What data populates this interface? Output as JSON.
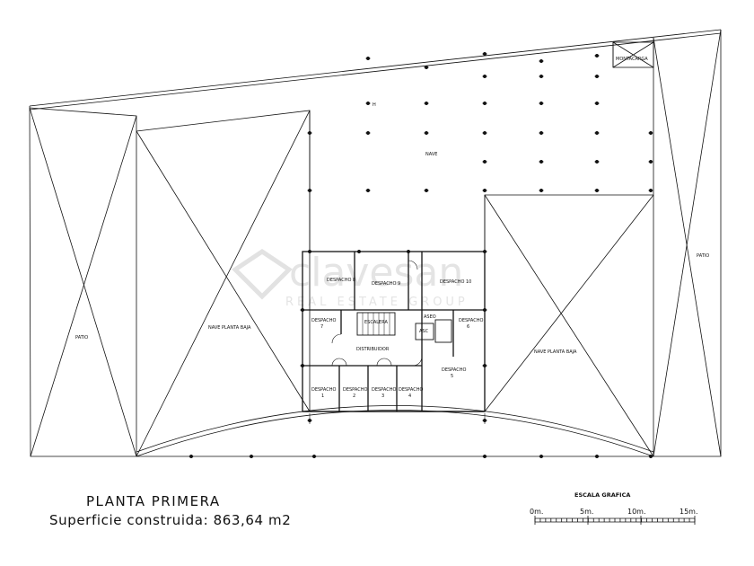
{
  "watermark": {
    "brand": "clavesan",
    "tagline": "REAL ESTATE GROUP"
  },
  "labels": {
    "montacargas": "MONTACARGA",
    "nave": "NAVE",
    "patio_left": "PATIO",
    "patio_right": "PATIO",
    "nave_pb_left": "NAVE PLANTA BAJA",
    "nave_pb_right": "NAVE PLANTA BAJA",
    "despacho8": "DESPACHO 8",
    "despacho9": "DESPACHO 9",
    "despacho10": "DESPACHO 10",
    "despacho7_a": "DESPACHO",
    "despacho7_b": "7",
    "escalera": "ESCALERA",
    "aseo": "ASEO",
    "asc": "ASC",
    "despacho6_a": "DESPACHO",
    "despacho6_b": "6",
    "distribuidor": "DISTRIBUIDOR",
    "despacho5_a": "DESPACHO",
    "despacho5_b": "5",
    "despacho1_a": "DESPACHO",
    "despacho1_b": "1",
    "despacho2_a": "DESPACHO",
    "despacho2_b": "2",
    "despacho3_a": "DESPACHO",
    "despacho3_b": "3",
    "despacho4_a": "DESPACHO",
    "despacho4_b": "4",
    "h_mark": "H"
  },
  "title": "PLANTA PRIMERA",
  "area_text": "Superficie construida: 863,64 m2",
  "scale": {
    "title": "ESCALA GRAFICA",
    "ticks": [
      "0m.",
      "5m.",
      "10m.",
      "15m."
    ]
  }
}
